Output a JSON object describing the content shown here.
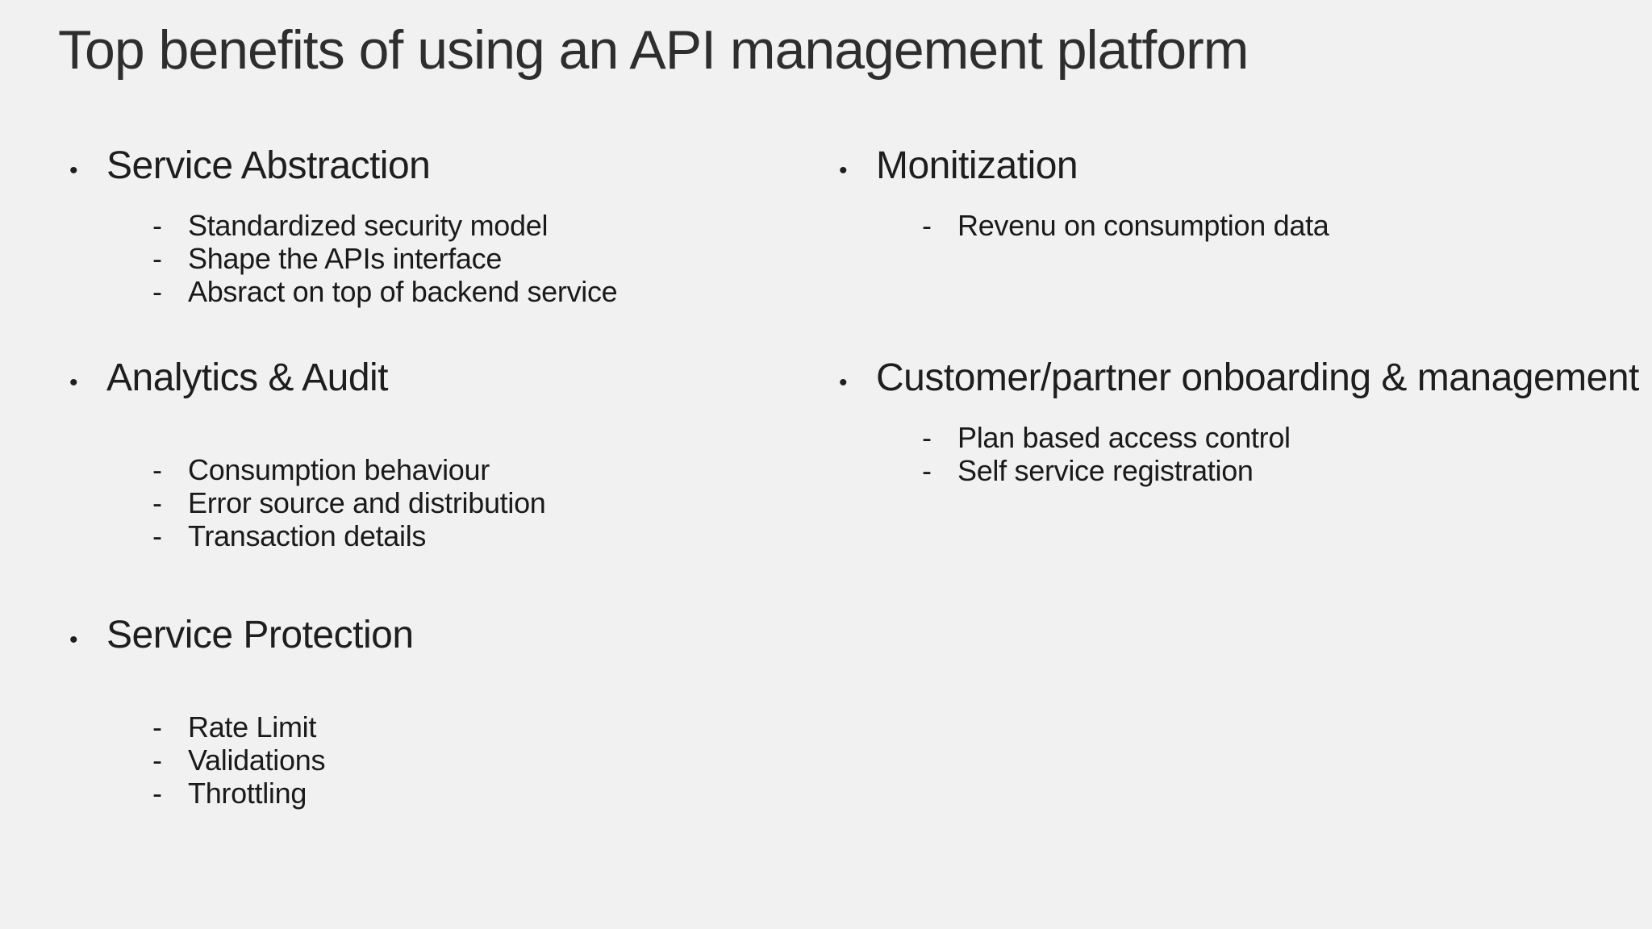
{
  "slide": {
    "title": "Top benefits of using an API management platform",
    "background_color": "#f1f1f2",
    "title_color": "#2e2e2e",
    "text_color": "#1e1e1e",
    "bullet_char": "•",
    "dash_char": "-",
    "columns": [
      {
        "name": "left",
        "sections": [
          {
            "heading": "Service Abstraction",
            "blank_line_after_heading": false,
            "items": [
              "Standardized security model",
              "Shape the APIs interface",
              "Absract on top of backend service"
            ]
          },
          {
            "heading": "Analytics & Audit",
            "blank_line_after_heading": true,
            "items": [
              "Consumption behaviour",
              "Error source and distribution",
              "Transaction details"
            ]
          },
          {
            "heading": "Service Protection",
            "blank_line_after_heading": true,
            "items": [
              "Rate Limit",
              "Validations",
              "Throttling"
            ]
          }
        ]
      },
      {
        "name": "right",
        "sections": [
          {
            "heading": "Monitization",
            "blank_line_after_heading": false,
            "items": [
              "Revenu on consumption data"
            ]
          },
          {
            "heading": "Customer/partner onboarding & management",
            "blank_line_after_heading": false,
            "items": [
              "Plan based access control",
              "Self service registration"
            ]
          }
        ]
      }
    ]
  }
}
